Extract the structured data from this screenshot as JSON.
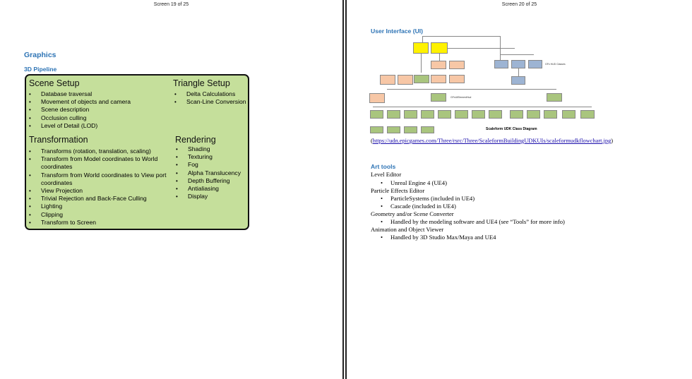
{
  "left_page": {
    "screen_label": "Screen 19 of 25",
    "heading": "Graphics",
    "subheading": "3D Pipeline",
    "pipeline": {
      "scene_setup": {
        "title": "Scene Setup",
        "items": [
          "Database traversal",
          "Movement of objects and camera",
          "Scene description",
          "Occlusion culling",
          "Level of Detail (LOD)"
        ]
      },
      "triangle_setup": {
        "title": "Triangle Setup",
        "items": [
          "Delta Calculations",
          "Scan-Line Conversion"
        ]
      },
      "transformation": {
        "title": "Transformation",
        "items": [
          "Transforms (rotation, translation, scaling)",
          "Transform from Model coordinates to World coordinates",
          "Transform from World coordinates to View port coordinates",
          "View Projection",
          "Trivial Rejection and Back-Face Culling",
          "Lighting",
          "Clipping",
          "Transform to Screen"
        ]
      },
      "rendering": {
        "title": "Rendering",
        "items": [
          "Shading",
          "Texturing",
          "Fog",
          "Alpha Translucency",
          "Depth Buffering",
          "Antialiasing",
          "Display"
        ]
      }
    }
  },
  "right_page": {
    "screen_label": "Screen 20 of 25",
    "ui_heading": "User Interface (UI)",
    "diagram": {
      "caption": "Scaleform UDK Class Diagram",
      "hud_label": "GFx HUD Classes",
      "mid_label": "GFxUIElementHud",
      "colors": {
        "yellow": "#fff200",
        "orange": "#f7c7a6",
        "green": "#a9c57e",
        "blue": "#9db4d3"
      }
    },
    "link": "https://udn.epicgames.com/Three/rsrc/Three/ScaleformBuildingUDKUIs/scaleformudkflowchart.jpg",
    "link_open": "(",
    "link_close": ")",
    "art_heading": "Art tools",
    "sections": [
      {
        "title": "Level Editor",
        "items": [
          "Unreal Engine 4 (UE4)"
        ]
      },
      {
        "title": "Particle Effects Editor",
        "items": [
          "ParticleSystems (included in UE4)",
          "Cascade (included in UE4)"
        ]
      },
      {
        "title": "Geometry and/or Scene Converter",
        "items": [
          "Handled by the modeling software and UE4 (see “Tools” for more info)"
        ]
      },
      {
        "title": "Animation and Object Viewer",
        "items": [
          "Handled by 3D Studio Max/Maya and UE4"
        ]
      }
    ]
  }
}
